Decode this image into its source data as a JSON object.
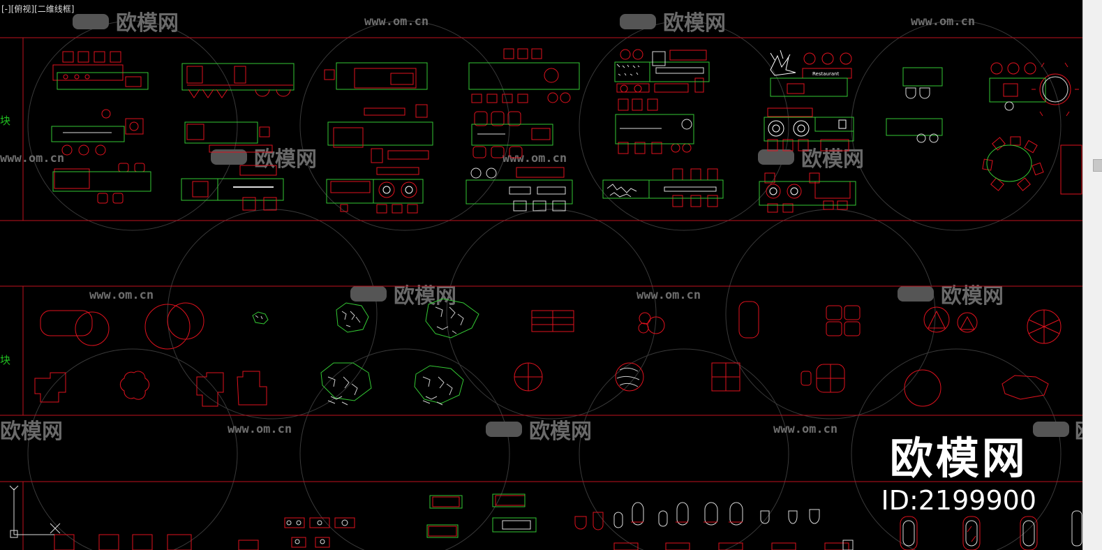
{
  "viewport": {
    "prefix": "[-]",
    "view": "[俯视]",
    "style": "[二维线框]"
  },
  "side_labels": [
    "块",
    "块"
  ],
  "watermark": {
    "url": "www.om.cn",
    "brand_small": "欧模网"
  },
  "brand": {
    "name": "欧模网",
    "id_text": "ID:2199900"
  },
  "drawing_labels": {
    "restaurant": "Restaurant"
  },
  "colors": {
    "background": "#000000",
    "red": "#e0121e",
    "green": "#34c934",
    "white": "#ffffff",
    "watermark": "#6a6a6a"
  },
  "icons": [
    "ucs-axis-icon",
    "scrollbar"
  ]
}
